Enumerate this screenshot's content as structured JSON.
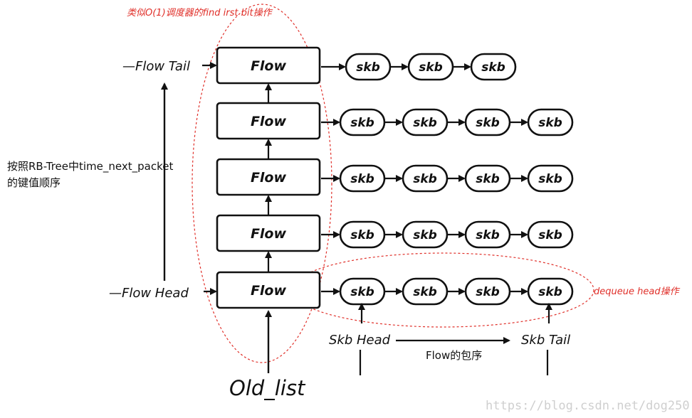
{
  "flows": {
    "label": "Flow",
    "rows": [
      {
        "skb_count": 3
      },
      {
        "skb_count": 4
      },
      {
        "skb_count": 4
      },
      {
        "skb_count": 4
      },
      {
        "skb_count": 4
      }
    ]
  },
  "skb_label": "skb",
  "labels": {
    "flow_tail": "—Flow Tail",
    "flow_head": "—Flow Head",
    "rbtree_line1": "按照RB-Tree中time_next_packet",
    "rbtree_line2": "的键值顺序",
    "skb_head": "Skb Head",
    "skb_tail": "Skb Tail",
    "flow_packet_order": "Flow的包序",
    "old_list": "Old_list",
    "top_note": "类似O(1)调度器的find irst bit操作",
    "dequeue_note": "dequeue head操作",
    "watermark": "https://blog.csdn.net/dog250"
  },
  "colors": {
    "ink": "#111111",
    "annotation_red": "#e0302a",
    "watermark": "#cfcfcf"
  }
}
